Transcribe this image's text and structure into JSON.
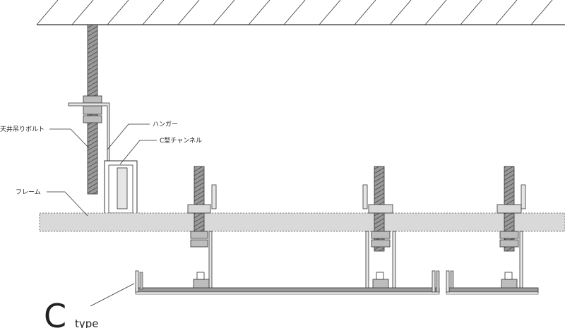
{
  "labels": {
    "ceiling_bolt": "天井吊りボルト",
    "hanger": "ハンガー",
    "c_channel": "C型チャンネル",
    "frame": "フレーム"
  },
  "type_label": {
    "letter": "C",
    "word": "type"
  },
  "colors": {
    "line": "#333333",
    "bolt_fill": "#9a9a9a",
    "frame_fill": "#d9d9d9",
    "bracket_fill": "#e6e6e6"
  }
}
